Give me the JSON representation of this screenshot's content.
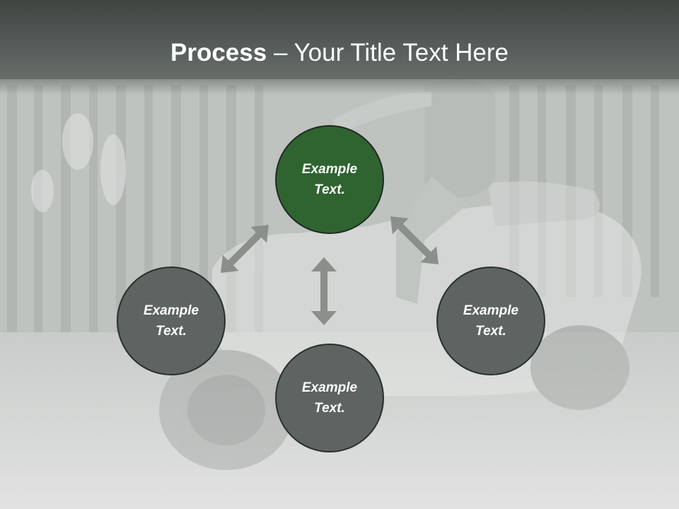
{
  "title": {
    "bold": "Process",
    "rest": " – Your Title Text Here"
  },
  "nodes": {
    "top": {
      "label": "Example Text."
    },
    "left": {
      "label": "Example Text."
    },
    "right": {
      "label": "Example Text."
    },
    "bottom": {
      "label": "Example Text."
    }
  },
  "colors": {
    "center_node": "#2f6431",
    "outer_node": "#5e6461",
    "arrow": "#8a8f8c",
    "title_bar": "#4c524f"
  }
}
